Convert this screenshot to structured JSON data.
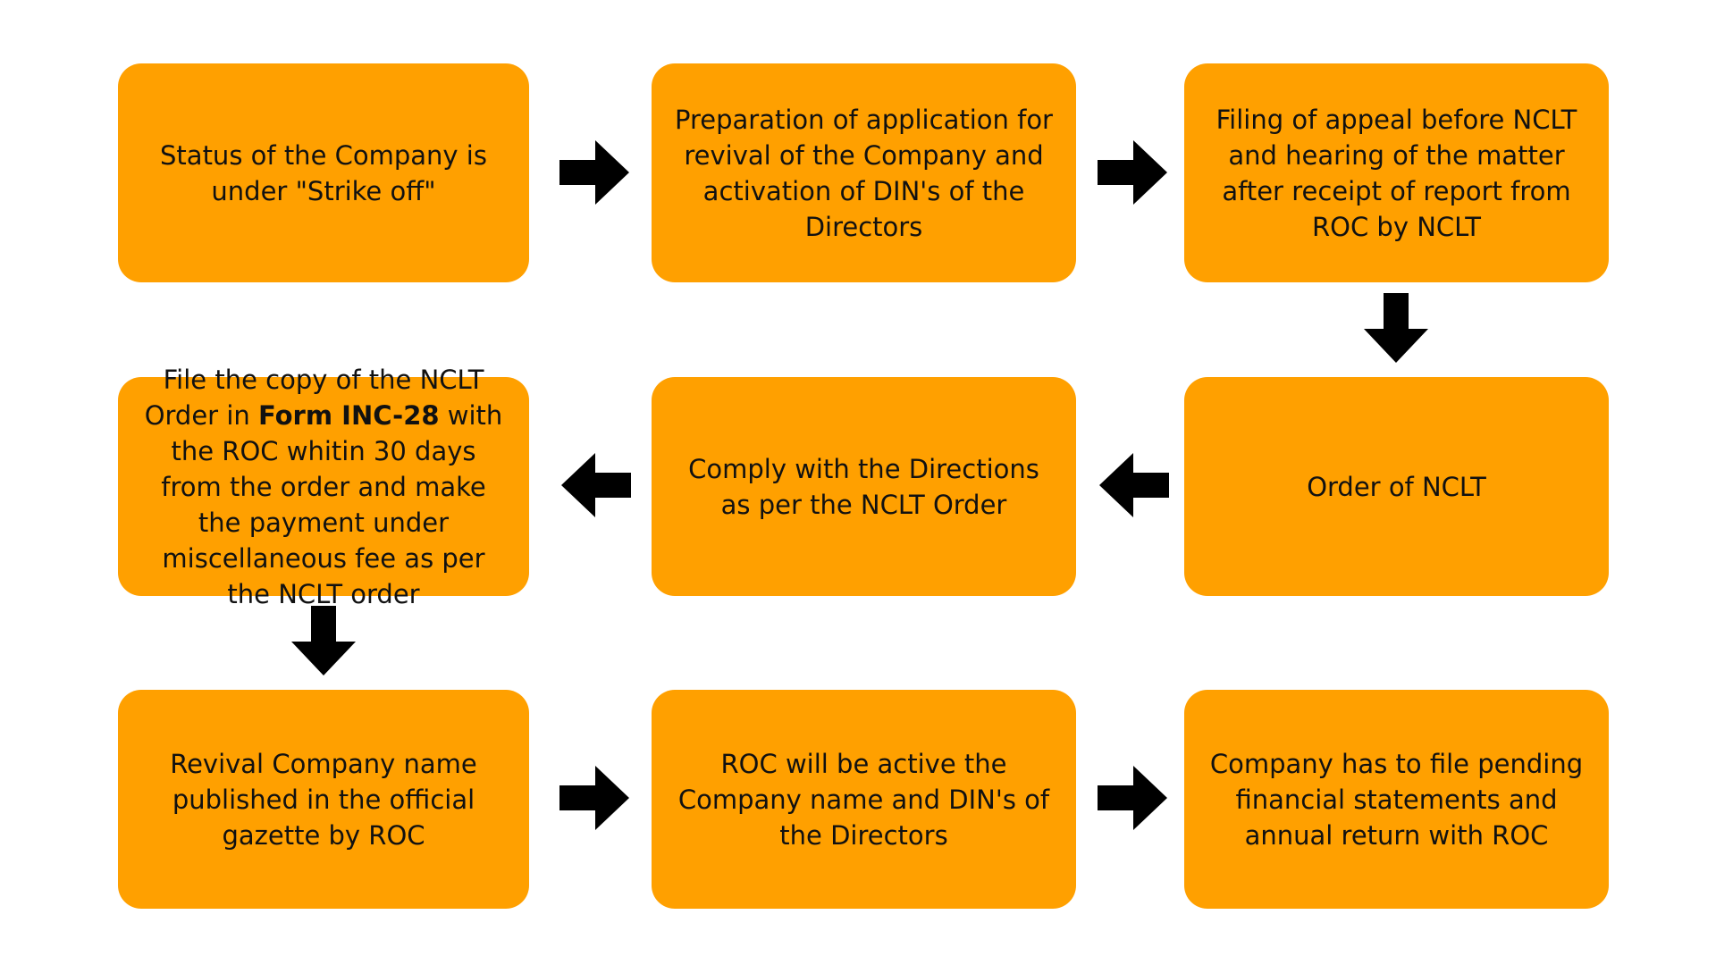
{
  "steps": {
    "s1": "Status of the Company is under  \"Strike off\"",
    "s2": "Preparation of application for revival of the Company and activation of DIN's of the Directors",
    "s3": "Filing of appeal before NCLT and hearing of the matter after receipt of report from ROC by NCLT",
    "s4": "Order of NCLT",
    "s5": "Comply with the Directions as per the NCLT Order",
    "s6": {
      "before": "File the copy of the NCLT Order in ",
      "bold": "Form INC-28",
      "after": " with the ROC whitin 30 days from the order and make the payment under miscellaneous fee as per the NCLT order"
    },
    "s7": "Revival Company name published in the official gazette by ROC",
    "s8": "ROC will be active the Company name and DIN's of the Directors",
    "s9": "Company has to file pending financial statements and annual return with ROC"
  },
  "colors": {
    "box_fill": "#ffa000",
    "arrow": "#000000",
    "text": "#111111"
  },
  "icons": {
    "right": "arrow-right-icon",
    "left": "arrow-left-icon",
    "down": "arrow-down-icon"
  }
}
